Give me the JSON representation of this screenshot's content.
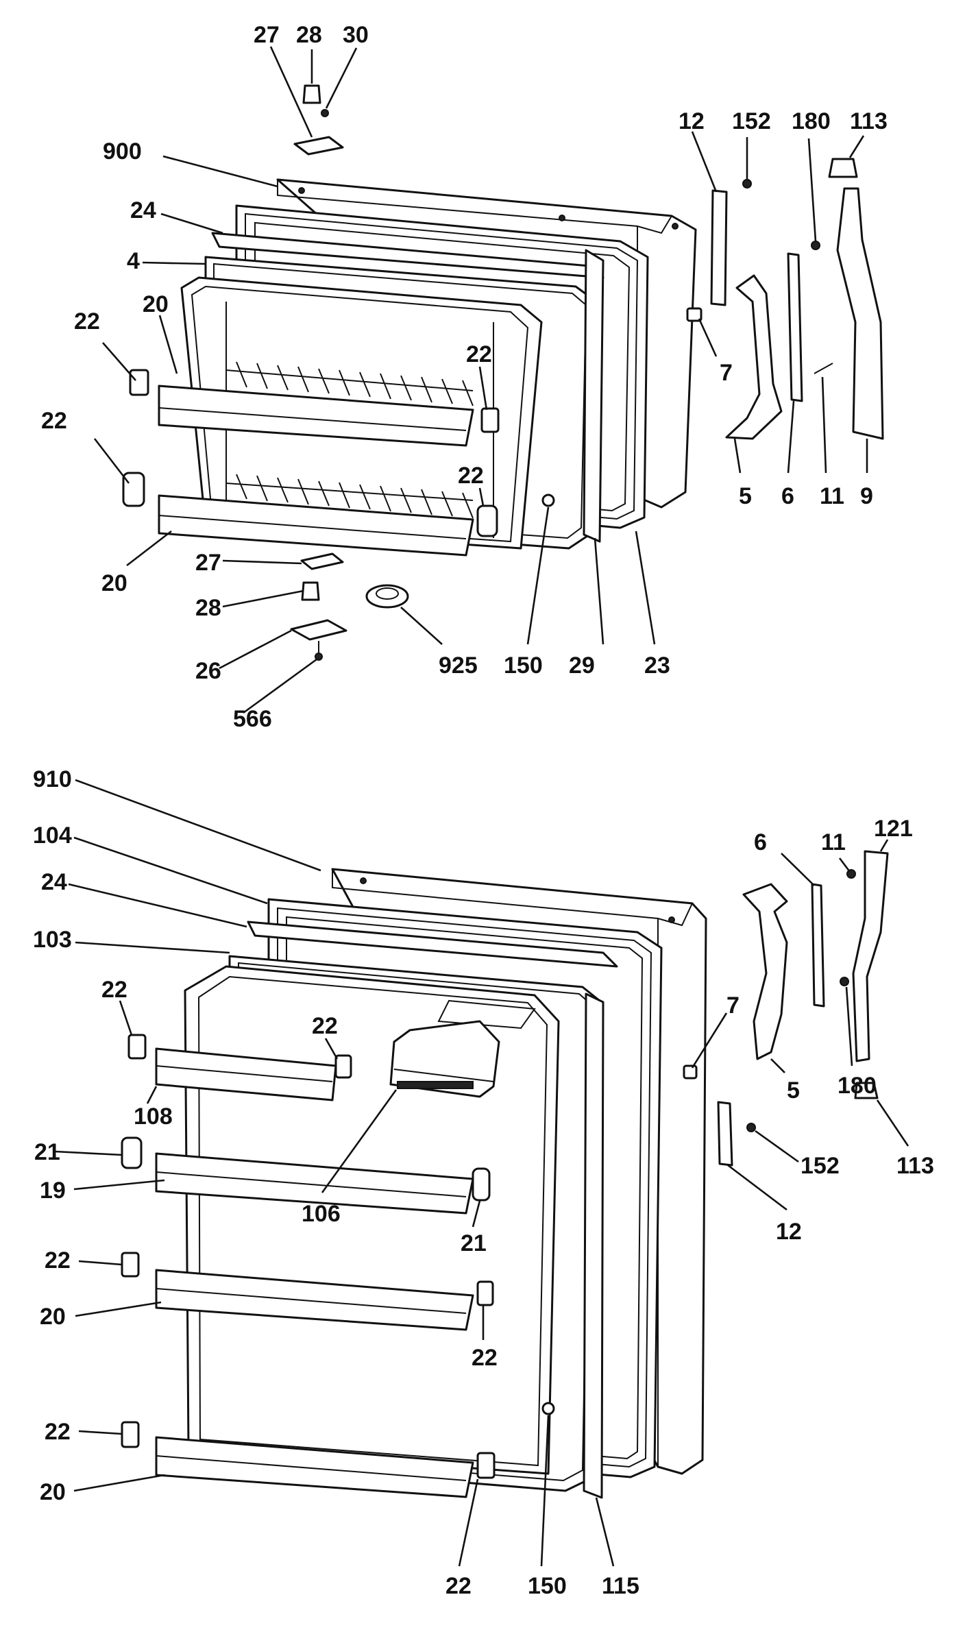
{
  "figure": {
    "background": "#ffffff",
    "ink": "#111111"
  },
  "freezer_door": {
    "labels": {
      "l900": "900",
      "l27a": "27",
      "l28a": "28",
      "l30": "30",
      "l24": "24",
      "l4": "4",
      "l20a": "20",
      "l22a": "22",
      "l22b": "22",
      "l22c": "22",
      "l22d": "22",
      "l20b": "20",
      "l27b": "27",
      "l28b": "28",
      "l26": "26",
      "l566": "566",
      "l925": "925",
      "l150": "150",
      "l29": "29",
      "l23": "23",
      "l12": "12",
      "l152": "152",
      "l180": "180",
      "l113": "113",
      "l7": "7",
      "l5": "5",
      "l6": "6",
      "l11": "11",
      "l9": "9"
    }
  },
  "fresh_food_door": {
    "labels": {
      "l910": "910",
      "l104": "104",
      "l24": "24",
      "l103": "103",
      "l22a": "22",
      "l22b": "22",
      "l108": "108",
      "l21a": "21",
      "l19": "19",
      "l106": "106",
      "l21b": "21",
      "l22c": "22",
      "l20a": "20",
      "l22d": "22",
      "l22e": "22",
      "l20b": "20",
      "l22f": "22",
      "l150": "150",
      "l115": "115",
      "l6": "6",
      "l11": "11",
      "l121": "121",
      "l7": "7",
      "l5": "5",
      "l180": "180",
      "l113": "113",
      "l152": "152",
      "l12": "12"
    }
  }
}
